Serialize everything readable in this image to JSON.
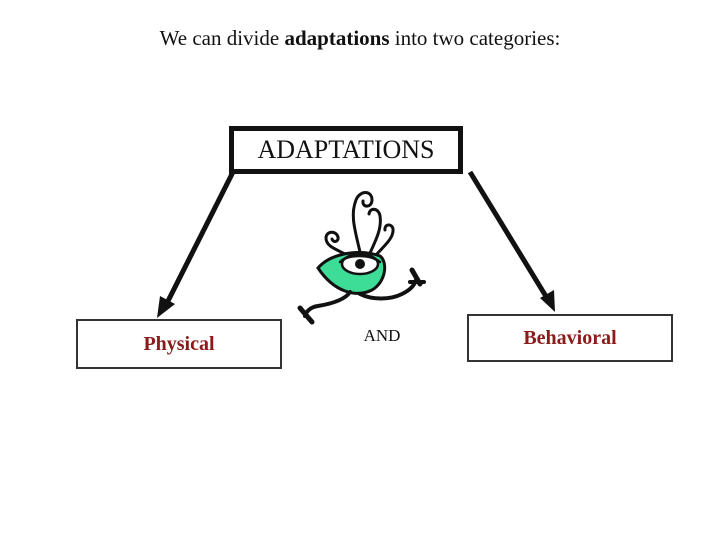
{
  "heading": {
    "before": "We can divide ",
    "emphasis": "adaptations",
    "after": " into two categories:"
  },
  "main_node": {
    "label": "ADAPTATIONS"
  },
  "categories": [
    {
      "label": "Physical"
    },
    {
      "label": "Behavioral"
    }
  ],
  "connector_word": "AND",
  "colors": {
    "category_text": "#8b1a1a",
    "creature_body": "#3ddc97",
    "outline": "#111111"
  },
  "icons": [
    "creature-clipart"
  ]
}
